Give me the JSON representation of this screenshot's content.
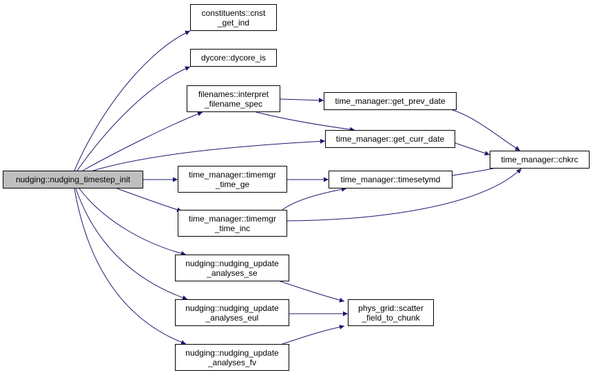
{
  "colors": {
    "edge": "#191970",
    "root_fill": "#bfbfbf",
    "node_fill": "#ffffff",
    "border": "#000000"
  },
  "nodes": {
    "root": [
      "nudging::nudging_timestep_init"
    ],
    "cnst_get_ind": [
      "constituents::cnst",
      "_get_ind"
    ],
    "dycore_is": [
      "dycore::dycore_is"
    ],
    "interpret_filename_spec": [
      "filenames::interpret",
      "_filename_spec"
    ],
    "get_prev_date": [
      "time_manager::get_prev_date"
    ],
    "get_curr_date": [
      "time_manager::get_curr_date"
    ],
    "chkrc": [
      "time_manager::chkrc"
    ],
    "timemgr_time_ge": [
      "time_manager::timemgr",
      "_time_ge"
    ],
    "timesetymd": [
      "time_manager::timesetymd"
    ],
    "timemgr_time_inc": [
      "time_manager::timemgr",
      "_time_inc"
    ],
    "update_analyses_se": [
      "nudging::nudging_update",
      "_analyses_se"
    ],
    "update_analyses_eul": [
      "nudging::nudging_update",
      "_analyses_eul"
    ],
    "update_analyses_fv": [
      "nudging::nudging_update",
      "_analyses_fv"
    ],
    "scatter_field_to_chunk": [
      "phys_grid::scatter",
      "_field_to_chunk"
    ]
  },
  "edges": [
    [
      "root",
      "cnst_get_ind"
    ],
    [
      "root",
      "dycore_is"
    ],
    [
      "root",
      "interpret_filename_spec"
    ],
    [
      "root",
      "get_curr_date"
    ],
    [
      "root",
      "timemgr_time_ge"
    ],
    [
      "root",
      "timemgr_time_inc"
    ],
    [
      "root",
      "update_analyses_se"
    ],
    [
      "root",
      "update_analyses_eul"
    ],
    [
      "root",
      "update_analyses_fv"
    ],
    [
      "interpret_filename_spec",
      "get_prev_date"
    ],
    [
      "interpret_filename_spec",
      "get_curr_date"
    ],
    [
      "get_prev_date",
      "chkrc"
    ],
    [
      "get_curr_date",
      "chkrc"
    ],
    [
      "timemgr_time_ge",
      "timesetymd"
    ],
    [
      "timesetymd",
      "chkrc"
    ],
    [
      "timemgr_time_inc",
      "timesetymd"
    ],
    [
      "timemgr_time_inc",
      "chkrc"
    ],
    [
      "update_analyses_se",
      "scatter_field_to_chunk"
    ],
    [
      "update_analyses_eul",
      "scatter_field_to_chunk"
    ],
    [
      "update_analyses_fv",
      "scatter_field_to_chunk"
    ]
  ]
}
